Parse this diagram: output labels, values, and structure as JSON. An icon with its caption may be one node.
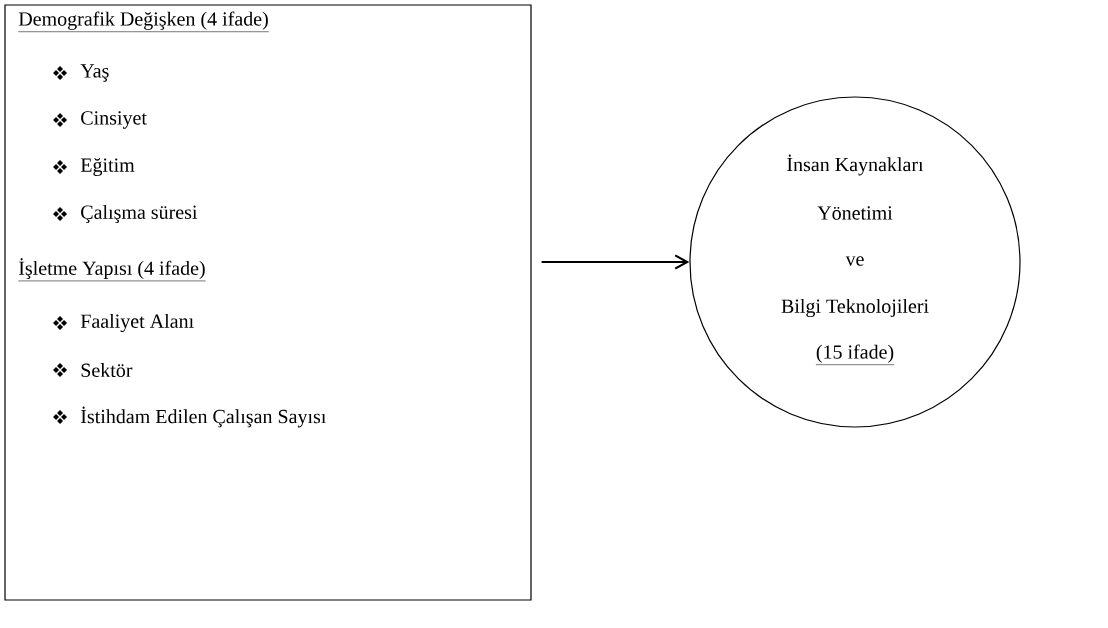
{
  "diagram": {
    "nodes": [
      {
        "text": [
          "Demografik Değişken (4 ifade)",
          "Yaş",
          "Cinsiyet",
          "Eğitim",
          "Çalışma süresi",
          "İşletme Yapısı (4 ifade)",
          "Faaliyet Alanı",
          "Sektör",
          "İstihdam Edilen Çalışan Sayısı"
        ]
      },
      {
        "text": [
          "İnsan Kaynakları",
          "Yönetimi",
          "ve",
          "Bilgi Teknolojileri",
          "(15 ifade)"
        ]
      }
    ],
    "edges": [
      {
        "from": 0,
        "to": 1,
        "arrow": "to"
      }
    ]
  }
}
